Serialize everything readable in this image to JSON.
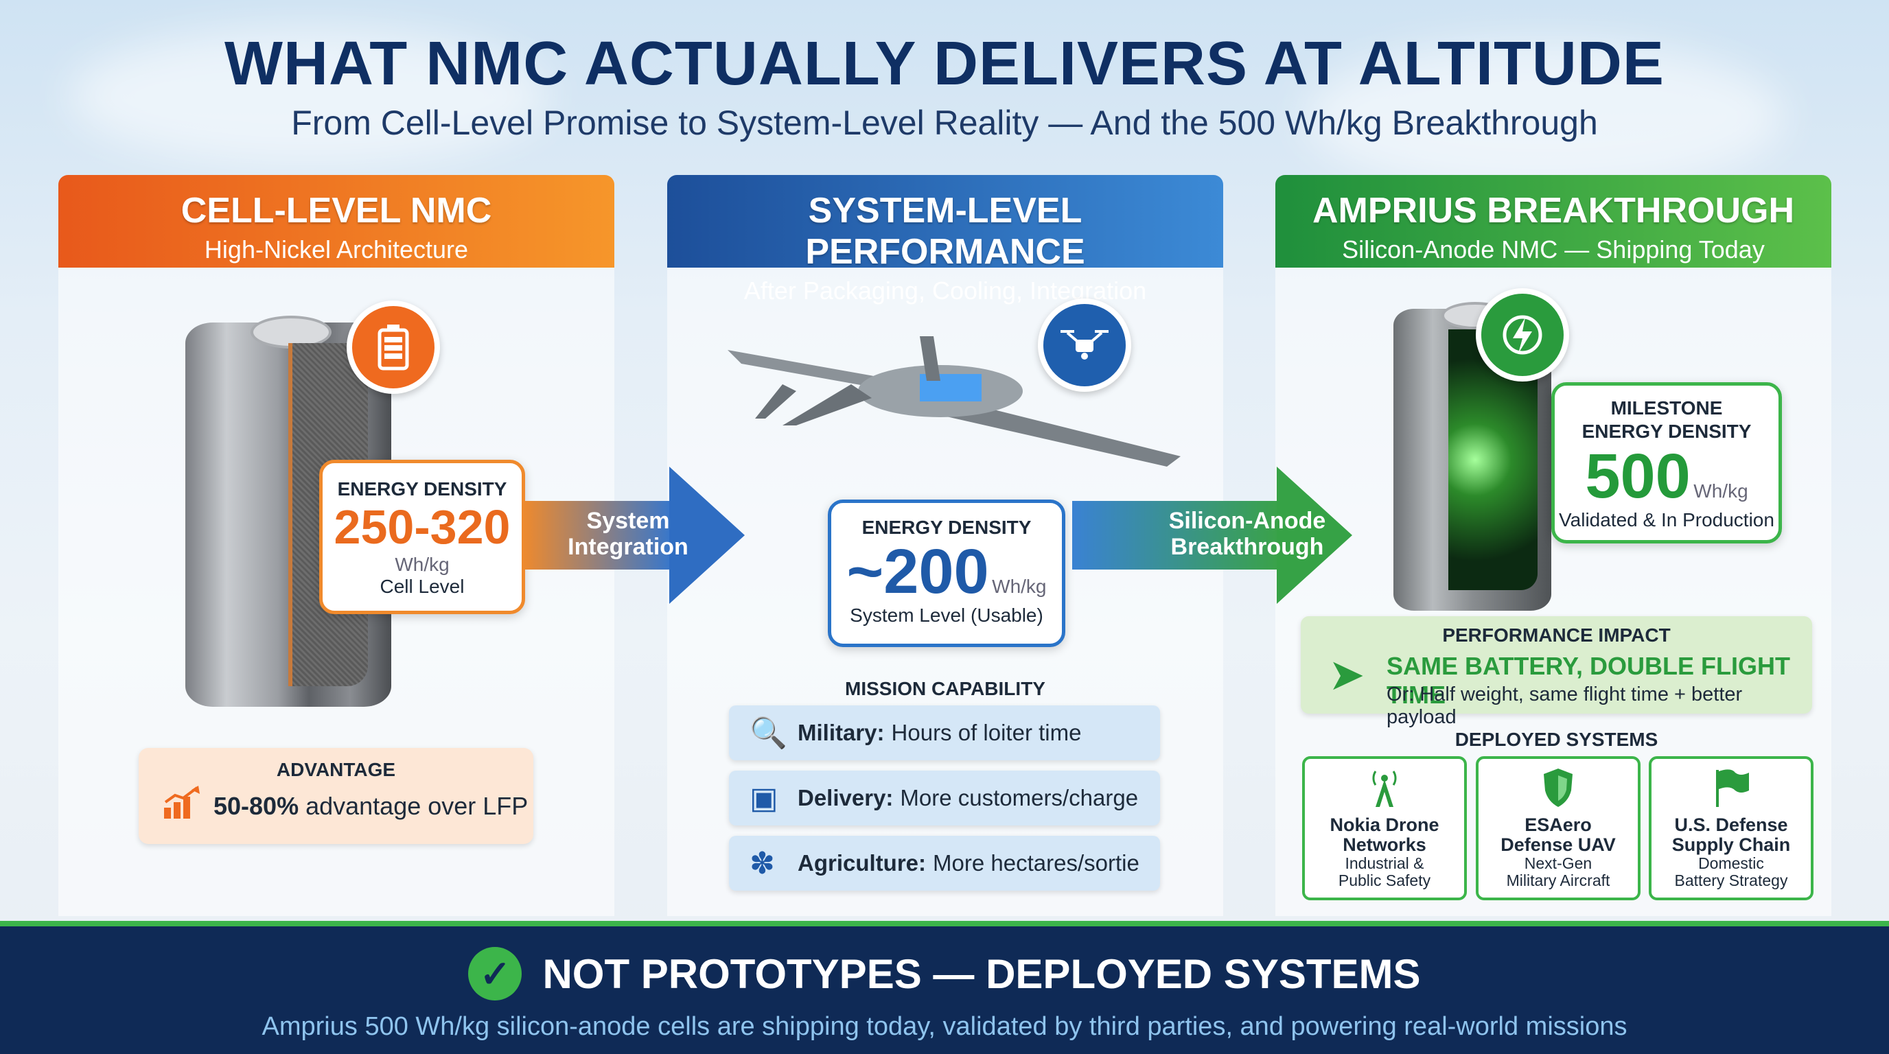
{
  "header": {
    "title": "WHAT NMC ACTUALLY DELIVERS AT ALTITUDE",
    "subtitle": "From Cell-Level Promise to System-Level Reality — And the 500 Wh/kg Breakthrough"
  },
  "panels": [
    {
      "title": "CELL-LEVEL NMC",
      "subtitle": "High-Nickel Architecture",
      "color": "#ef6a1f"
    },
    {
      "title": "SYSTEM-LEVEL PERFORMANCE",
      "subtitle": "After Packaging, Cooling, Integration",
      "color": "#1f5fae"
    },
    {
      "title": "AMPRIUS BREAKTHROUGH",
      "subtitle": "Silicon-Anode NMC — Shipping Today",
      "color": "#2a9b3d"
    }
  ],
  "cell_level": {
    "label": "ENERGY DENSITY",
    "value": "250-320",
    "unit": "Wh/kg",
    "scope": "Cell Level",
    "icon": "battery-icon",
    "advantage_heading": "ADVANTAGE",
    "advantage_value": "50-80%",
    "advantage_text": "advantage over LFP"
  },
  "arrows": {
    "first": [
      "System",
      "Integration"
    ],
    "second": [
      "Silicon-Anode",
      "Breakthrough"
    ]
  },
  "system_level": {
    "label": "ENERGY DENSITY",
    "value": "~200",
    "unit": "Wh/kg",
    "scope": "System Level (Usable)",
    "icon": "drone-icon",
    "mission_heading": "MISSION CAPABILITY",
    "missions": [
      {
        "bold": "Military:",
        "text": "Hours of loiter time",
        "icon": "magnifier-icon"
      },
      {
        "bold": "Delivery:",
        "text": "More customers/charge",
        "icon": "package-icon"
      },
      {
        "bold": "Agriculture:",
        "text": "More hectares/sortie",
        "icon": "wheat-icon"
      }
    ]
  },
  "amprius": {
    "label_line1": "MILESTONE",
    "label_line2": "ENERGY DENSITY",
    "value": "500",
    "unit": "Wh/kg",
    "scope": "Validated & In Production",
    "icon": "lightning-icon",
    "perf_heading": "PERFORMANCE IMPACT",
    "perf_main": "SAME BATTERY, DOUBLE FLIGHT TIME",
    "perf_sub": "Or: Half weight, same flight time + better payload",
    "deployed_heading": "DEPLOYED SYSTEMS",
    "deployed": [
      {
        "name1": "Nokia Drone",
        "name2": "Networks",
        "desc1": "Industrial &",
        "desc2": "Public Safety",
        "icon": "antenna-icon"
      },
      {
        "name1": "ESAero",
        "name2": "Defense UAV",
        "desc1": "Next-Gen",
        "desc2": "Military Aircraft",
        "icon": "shield-icon"
      },
      {
        "name1": "U.S. Defense",
        "name2": "Supply Chain",
        "desc1": "Domestic",
        "desc2": "Battery Strategy",
        "icon": "flag-icon"
      }
    ]
  },
  "footer": {
    "main": "NOT PROTOTYPES — DEPLOYED SYSTEMS",
    "sub": "Amprius 500 Wh/kg silicon-anode cells are shipping today, validated by third parties, and powering real-world missions",
    "icon": "checkmark-icon"
  }
}
